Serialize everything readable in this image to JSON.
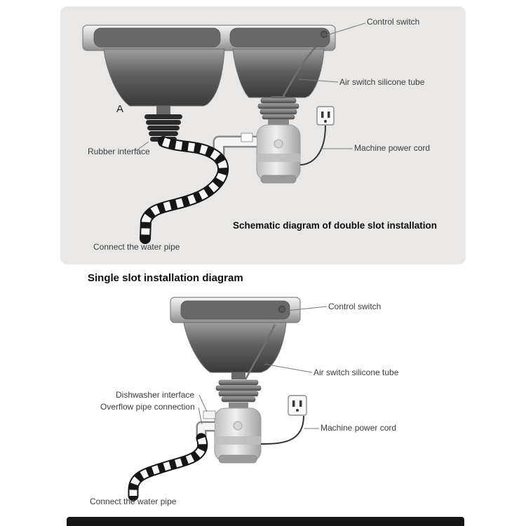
{
  "double_slot_section": {
    "title": "Schematic diagram of double slot installation",
    "marker": "A",
    "labels": {
      "control_switch": "Control switch",
      "air_switch_tube": "Air switch silicone tube",
      "machine_power_cord": "Machine power cord",
      "rubber_interface": "Rubber interface",
      "connect_water_pipe": "Connect the water pipe"
    }
  },
  "single_slot_section": {
    "title": "Single slot installation diagram",
    "labels": {
      "control_switch": "Control switch",
      "air_switch_tube": "Air switch silicone tube",
      "dishwasher_interface": "Dishwasher interface",
      "overflow_pipe_connection": "Overflow pipe connection",
      "machine_power_cord": "Machine power cord",
      "connect_water_pipe": "Connect the water pipe"
    }
  },
  "colors": {
    "panel_bg": "#e9e8e6",
    "label_text": "#3c3c3c",
    "title_text": "#0d0d0d",
    "leader_line": "#777777",
    "hose_dark": "#161616",
    "bottom_strip": "#161616"
  }
}
